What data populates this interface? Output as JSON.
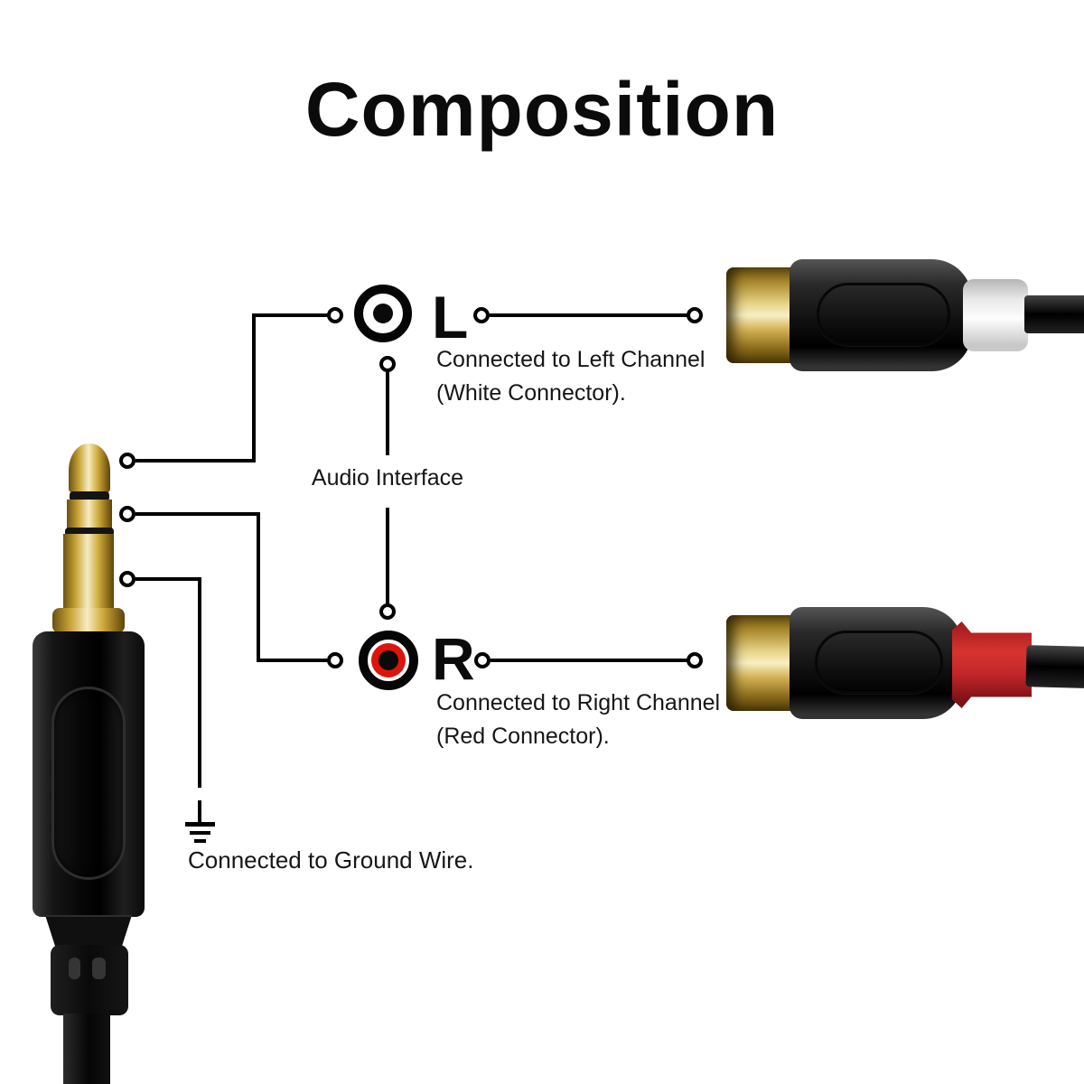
{
  "title": "Composition",
  "labels": {
    "left_channel": "L",
    "right_channel": "R",
    "audio_interface": "Audio Interface"
  },
  "captions": {
    "left_line1": "Connected to Left Channel",
    "left_line2": "(White Connector).",
    "right_line1": "Connected to Right Channel",
    "right_line2": "(Red Connector).",
    "ground": "Connected to Ground Wire."
  },
  "colors": {
    "rca_symbol_red": "#dd150a",
    "red_connector_band": "#c42b2c",
    "white_connector_band": "#ececec",
    "gold_plating": "#d9b84a",
    "wire": "#000000",
    "text": "#111111"
  }
}
